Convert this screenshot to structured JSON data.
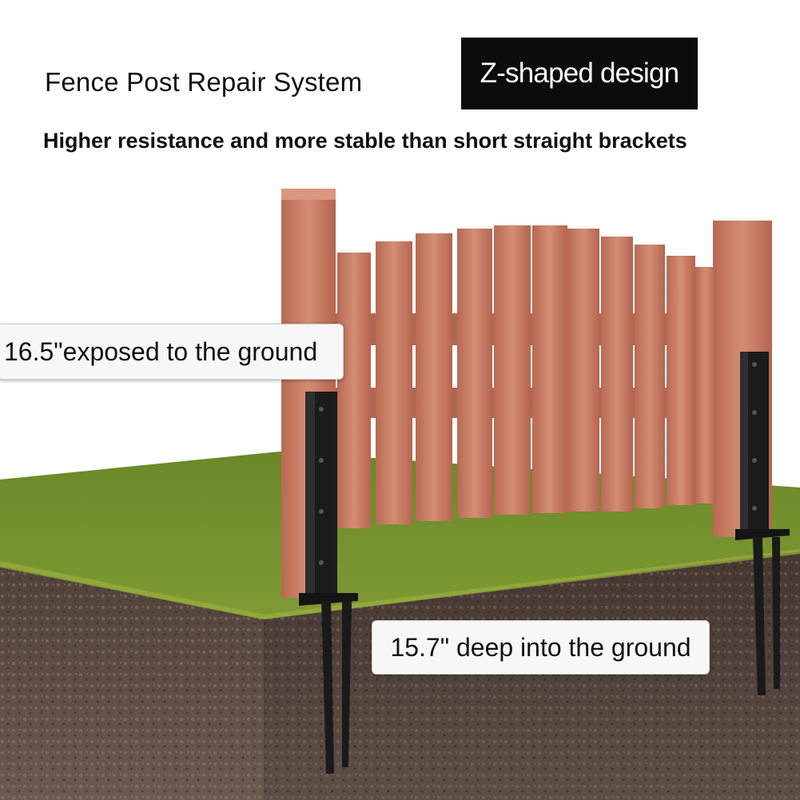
{
  "header": {
    "title": "Fence Post Repair System",
    "badge": "Z-shaped design",
    "subtitle": "Higher resistance and more stable than short straight brackets"
  },
  "labels": {
    "exposed": "16.5\"exposed to the ground",
    "deep": "15.7\" deep into the ground"
  },
  "colors": {
    "wood": "#c77a63",
    "grass": "#7a9a2e",
    "soil": "#5a4a41",
    "bracket": "#1a1a1a",
    "badge_bg": "#0c0c0c"
  }
}
